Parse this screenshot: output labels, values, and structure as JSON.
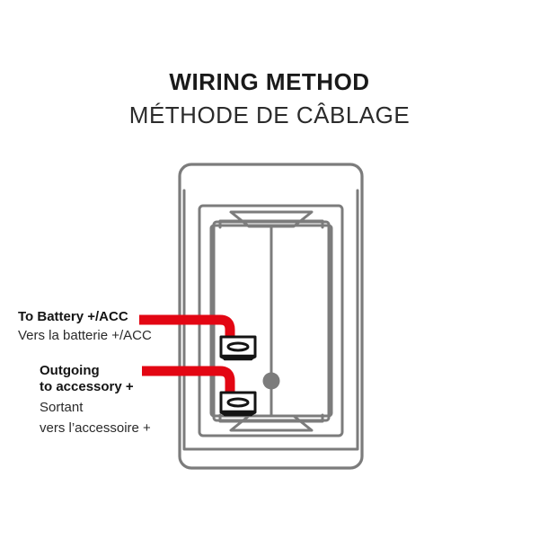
{
  "title": {
    "line_en": "WIRING METHOD",
    "line_fr": "MÉTHODE DE CÂBLAGE"
  },
  "labels": {
    "battery": {
      "en": "To Battery +/ACC",
      "fr": "Vers la batterie +/ACC"
    },
    "accessory": {
      "en_line1": "Outgoing",
      "en_line2": "to accessory +",
      "fr_line1": "Sortant",
      "fr_line2": "vers l’accessoire +"
    }
  },
  "colors": {
    "wire_red": "#E30613",
    "outline_gray": "#7c7c7c",
    "terminal_dark": "#1a1a1a",
    "text_dark": "#1a1a1a",
    "background": "#ffffff"
  },
  "diagram": {
    "device_name": "rocker-switch-rear-view",
    "terminals": [
      {
        "name": "battery-terminal",
        "connected_to": "To Battery +/ACC"
      },
      {
        "name": "accessory-terminal",
        "connected_to": "Outgoing to accessory +"
      }
    ],
    "wires": [
      {
        "name": "battery-wire",
        "color": "#E30613"
      },
      {
        "name": "accessory-wire",
        "color": "#E30613"
      }
    ]
  }
}
